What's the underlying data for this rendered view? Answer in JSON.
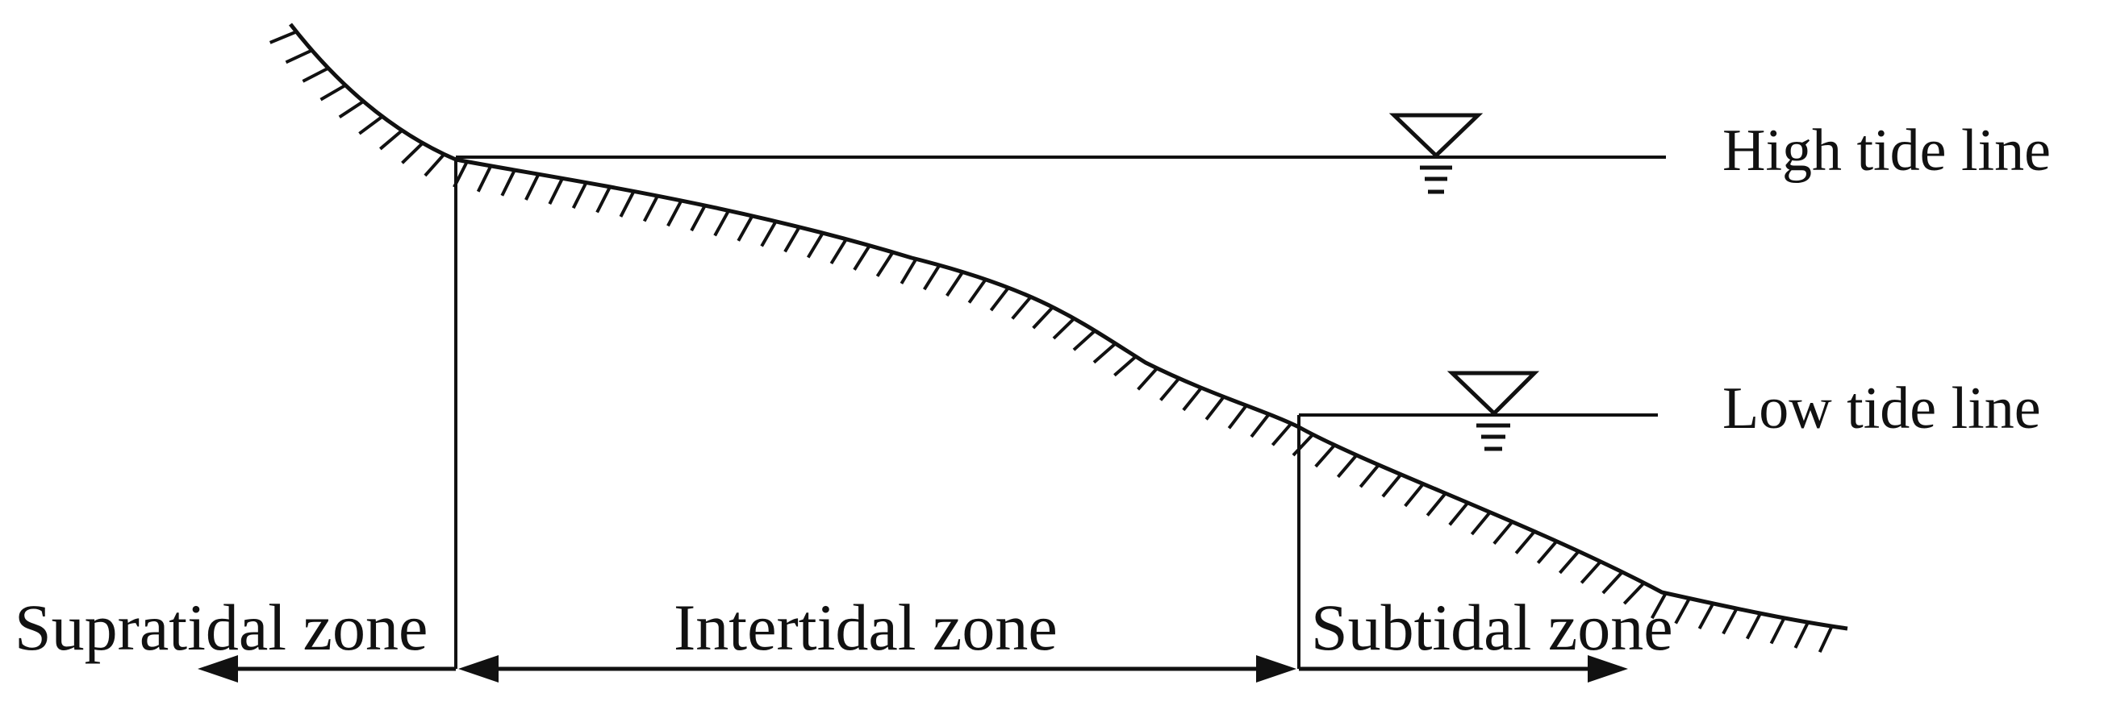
{
  "diagram": {
    "labels": {
      "high_tide_line": "High tide line",
      "low_tide_line": "Low tide line",
      "supratidal_zone": "Supratidal zone",
      "intertidal_zone": "Intertidal zone",
      "subtidal_zone": "Subtidal zone"
    },
    "colors": {
      "line": "#111111",
      "background": "#ffffff"
    },
    "icons": {
      "high_tide_marker": "water-level-triangle-icon",
      "low_tide_marker": "water-level-triangle-icon"
    }
  }
}
